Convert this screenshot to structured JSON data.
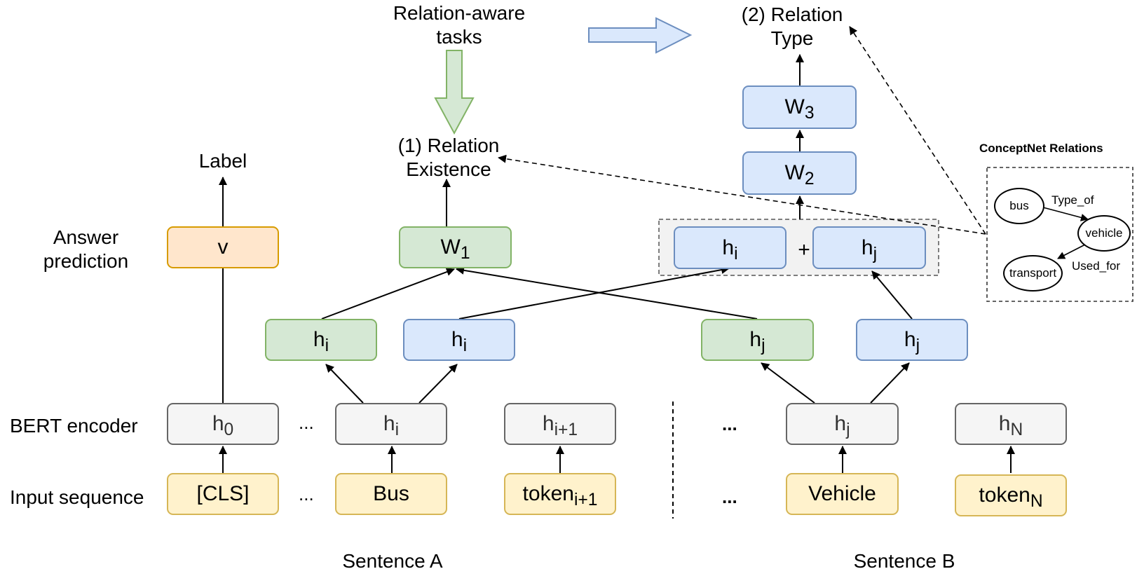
{
  "row_labels": {
    "answer_prediction": [
      "Answer",
      "prediction"
    ],
    "bert_encoder": "BERT encoder",
    "input_sequence": "Input sequence"
  },
  "top_labels": {
    "label": "Label",
    "relation_aware_tasks": [
      "Relation-aware",
      "tasks"
    ],
    "relation_existence": [
      "(1) Relation",
      "Existence"
    ],
    "relation_type": [
      "(2) Relation",
      "Type"
    ]
  },
  "inputs": {
    "cls": "[CLS]",
    "bus": "Bus",
    "token_i1": {
      "base": "token",
      "sub": "i+1"
    },
    "vehicle": "Vehicle",
    "token_n": {
      "base": "token",
      "sub": "N"
    }
  },
  "encoder": {
    "h0": {
      "base": "h",
      "sub": "0"
    },
    "hi": {
      "base": "h",
      "sub": "i"
    },
    "hi1": {
      "base": "h",
      "sub": "i+1"
    },
    "hj": {
      "base": "h",
      "sub": "j"
    },
    "hn": {
      "base": "h",
      "sub": "N"
    }
  },
  "middle": {
    "hi_green": {
      "base": "h",
      "sub": "i"
    },
    "hi_blue": {
      "base": "h",
      "sub": "i"
    },
    "hj_green": {
      "base": "h",
      "sub": "j"
    },
    "hj_blue": {
      "base": "h",
      "sub": "j"
    }
  },
  "upper": {
    "v": "v",
    "w1": {
      "base": "W",
      "sub": "1"
    },
    "concat_hi": {
      "base": "h",
      "sub": "i"
    },
    "plus": "+",
    "concat_hj": {
      "base": "h",
      "sub": "j"
    },
    "w2": {
      "base": "W",
      "sub": "2"
    },
    "w3": {
      "base": "W",
      "sub": "3"
    }
  },
  "ellipsis": "...",
  "sentences": {
    "a": "Sentence A",
    "b": "Sentence B"
  },
  "conceptnet": {
    "title": "ConceptNet Relations",
    "nodes": {
      "bus": "bus",
      "vehicle": "vehicle",
      "transport": "transport"
    },
    "edges": {
      "type_of": "Type_of",
      "used_for": "Used_for"
    }
  },
  "colors": {
    "gray_fill": "#f5f5f5",
    "gray_stroke": "#666666",
    "yellow_fill": "#fff2cc",
    "yellow_stroke": "#d6b656",
    "green_fill": "#d5e8d4",
    "green_stroke": "#82b366",
    "blue_fill": "#dae8fc",
    "blue_stroke": "#6c8ebf",
    "orange_fill": "#ffe6cc",
    "orange_stroke": "#d79b00"
  }
}
